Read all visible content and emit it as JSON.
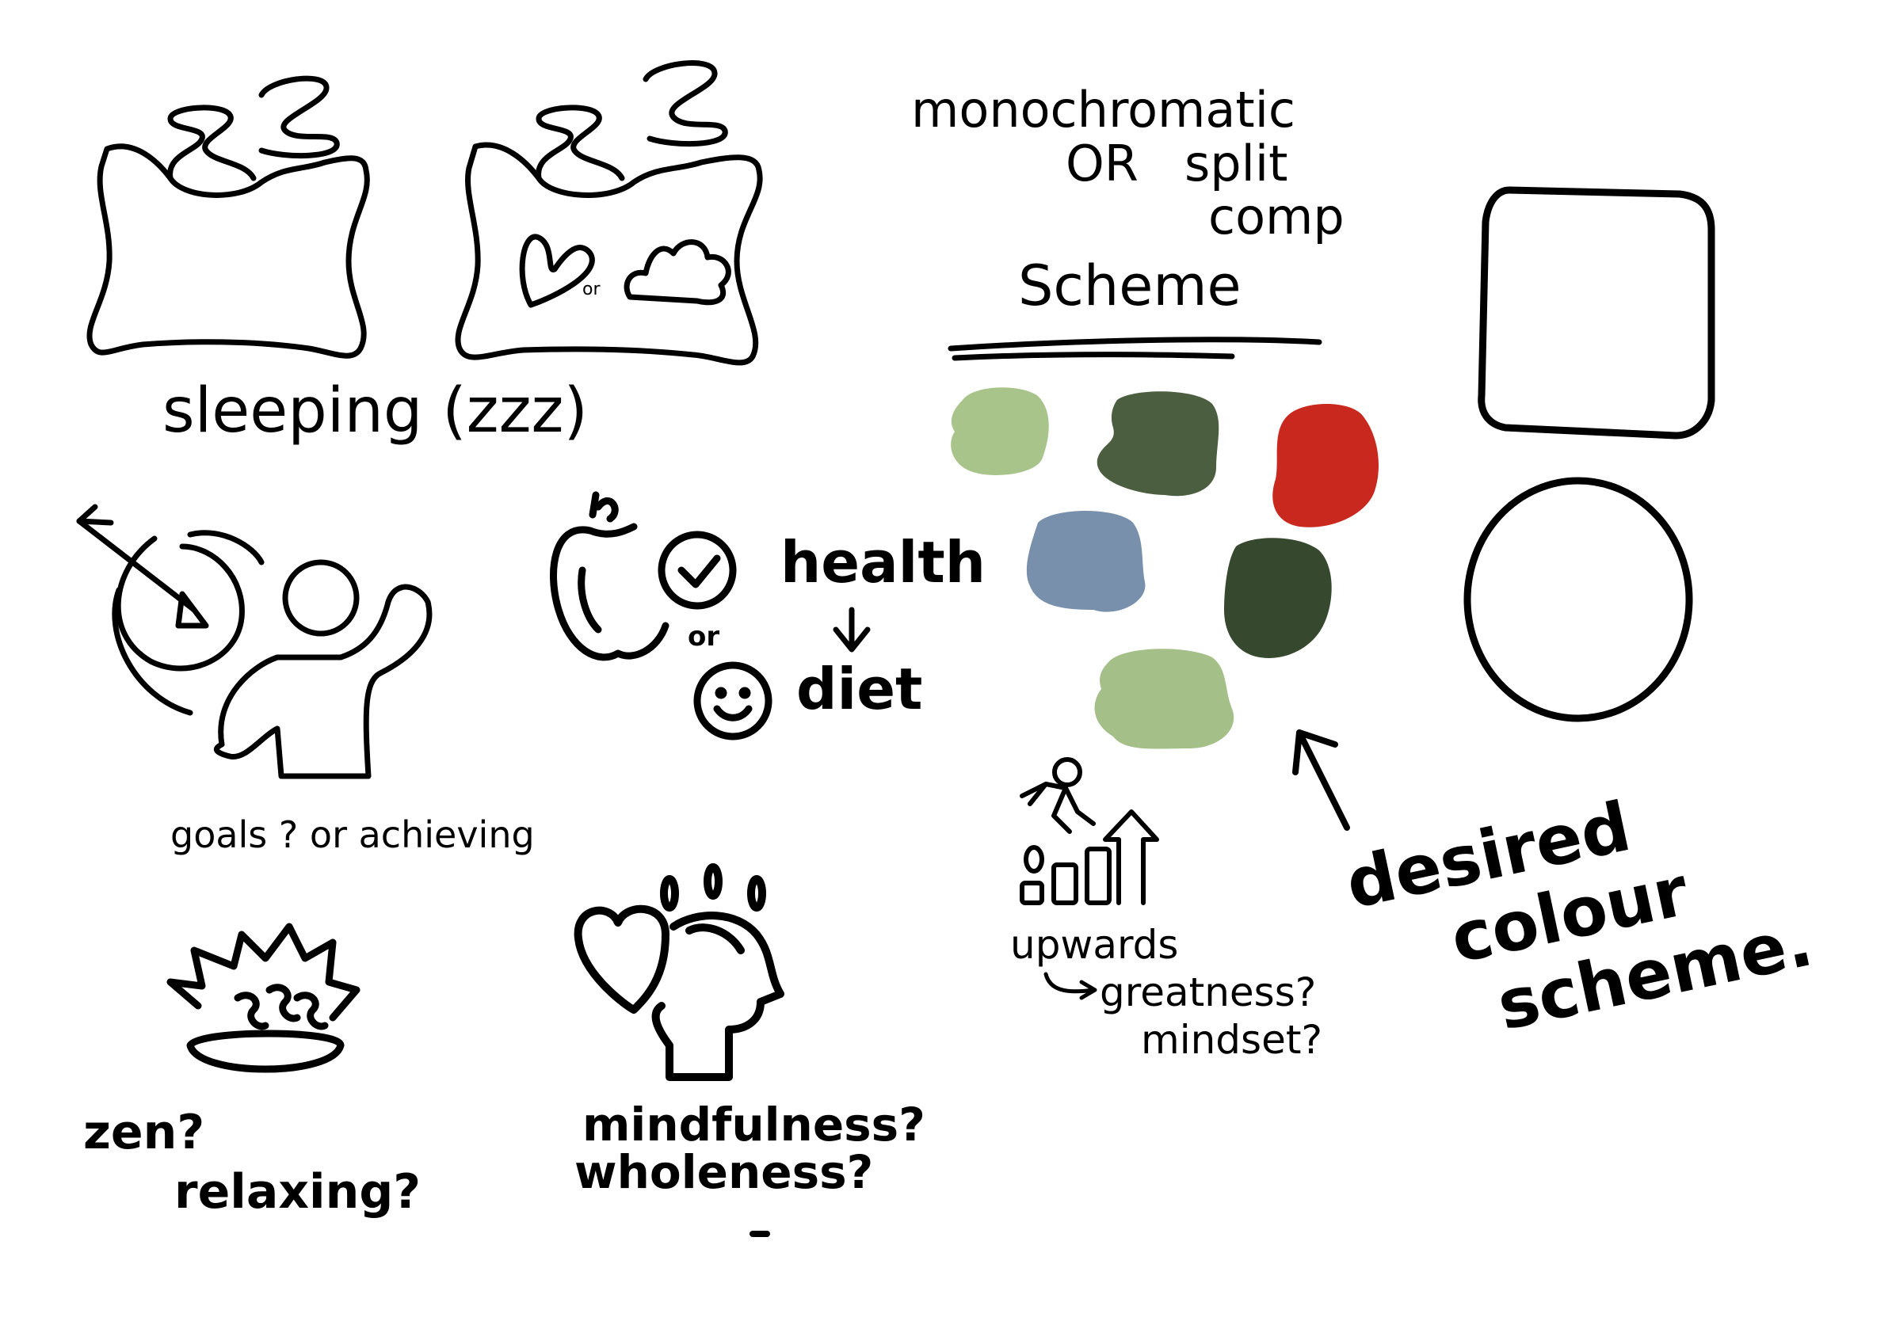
{
  "labels": {
    "sleeping": "sleeping (zzz)",
    "or_small": "or",
    "goals": "goals ? or achieving",
    "health": "health",
    "diet": "diet",
    "or_apple": "or",
    "monochromatic": "monochromatic",
    "or_split": "OR",
    "split": "split",
    "comp": "comp",
    "scheme": "Scheme",
    "upwards": "upwards",
    "greatness": "greatness?",
    "mindset": "mindset?",
    "desired": "desired",
    "colour": "colour",
    "scheme2": "scheme.",
    "zen": "zen?",
    "relaxing": "relaxing?",
    "mindfulness": "mindfulness?",
    "wholeness": "wholeness?"
  },
  "palette": {
    "light_green": "#a8c48a",
    "dark_olive": "#4b5e40",
    "red": "#c8281e",
    "blue_grey": "#7890ac",
    "deep_green": "#36482e",
    "sage_green": "#a4bf88"
  },
  "icons": [
    "pillow-zzz-icon",
    "pillow-heart-cloud-icon",
    "goal-target-person-icon",
    "apple-check-smiley-icon",
    "lotus-relax-icon",
    "heart-head-mindfulness-icon",
    "stairs-upwards-icon",
    "rounded-square-shape",
    "circle-shape",
    "arrow-up-icon"
  ]
}
